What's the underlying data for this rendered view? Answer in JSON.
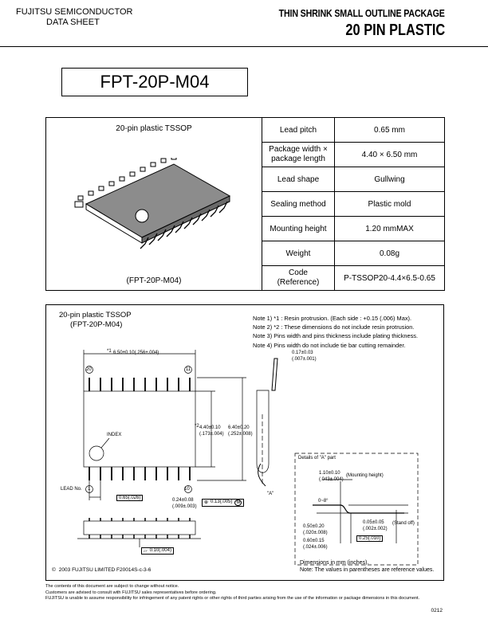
{
  "header": {
    "company": "FUJITSU SEMICONDUCTOR",
    "doc_type": "DATA SHEET",
    "package_line1": "THIN SHRINK SMALL OUTLINE PACKAGE",
    "package_line2": "20 PIN PLASTIC"
  },
  "part_number": "FPT-20P-M04",
  "spec_table": {
    "package_title": "20-pin plastic TSSOP",
    "package_code": "(FPT-20P-M04)",
    "rows": [
      {
        "label": "Lead pitch",
        "value": "0.65 mm"
      },
      {
        "label_line1": "Package width ×",
        "label_line2": "package length",
        "value": "4.40 × 6.50 mm"
      },
      {
        "label": "Lead shape",
        "value": "Gullwing"
      },
      {
        "label": "Sealing method",
        "value": "Plastic mold"
      },
      {
        "label": "Mounting height",
        "value": "1.20 mmMAX"
      },
      {
        "label": "Weight",
        "value": "0.08g"
      },
      {
        "label_line1": "Code",
        "label_line2": "(Reference)",
        "value": "P-TSSOP20-4.4×6.5-0.65"
      }
    ]
  },
  "drawing": {
    "title": "20-pin plastic TSSOP",
    "code": "(FPT-20P-M04)",
    "notes": [
      "Note 1) *1 : Resin protrusion. (Each side : +0.15 (.006) Max).",
      "Note 2) *2 : These dimensions do not include resin protrusion.",
      "Note 3) Pins width and pins thickness include plating thickness.",
      "Note 4) Pins width do not include tie bar cutting remainder."
    ],
    "dims": {
      "length": "6.50±0.10(.256±.004)",
      "length_mark": "*1",
      "width2_mark": "*2",
      "width2": "4.40±0.10",
      "width2_in": "(.173±.004)",
      "width_total": "6.40±0.20",
      "width_total_in": "(.252±.008)",
      "lead_th": "0.17±0.03",
      "lead_th_in": "(.007±.001)",
      "pitch": "0.65(.026)",
      "lead_w": "0.24±0.08",
      "lead_w_in": "(.009±.003)",
      "tol_pos": "0.13(.005)",
      "tol_pos_ref": "M",
      "flat": "0.10(.004)",
      "mount_h": "1.10±0.10",
      "mount_h_in": "(.043±.004)",
      "mount_h_label": "(Mounting height)",
      "angle": "0~8°",
      "standoff": "0.05±0.05",
      "standoff_in": "(.002±.002)",
      "standoff_label": "(Stand off)",
      "foot_l": "0.50±0.20",
      "foot_l_in": "(.020±.008)",
      "foot_l2": "0.60±0.15",
      "foot_l2_in": "(.024±.006)",
      "gauge": "0.25(.010)"
    },
    "labels": {
      "pin20": "20",
      "pin11": "11",
      "pin1": "1",
      "pin10": "10",
      "index": "INDEX",
      "lead_no": "LEAD No.",
      "detail_ref": "\"A\"",
      "detail_title": "Details of \"A\" part"
    },
    "dims_note1": "Dimensions in mm (inches).",
    "dims_note2": "Note: The values in parentheses are reference values.",
    "copyright": "2003 FUJITSU LIMITED F20014S-c-3-6"
  },
  "footer": {
    "line1": "The contents of this document are subject to change without notice.",
    "line2": "Customers are advised to consult with FUJITSU sales representatives before ordering.",
    "line3": "FUJITSU is unable to assume responsibility for infringement of any patent rights or other rights of third parties arising from the use of the information or package dimensions in this document.",
    "page": "0212"
  }
}
